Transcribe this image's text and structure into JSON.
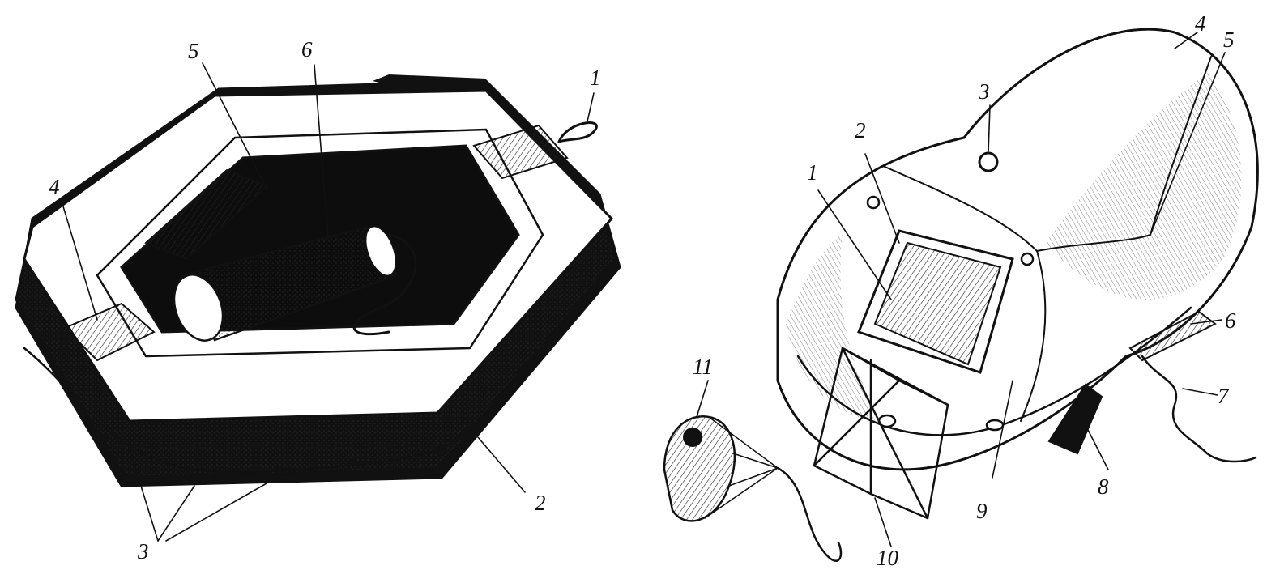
{
  "figures": [
    {
      "id": "raft",
      "callouts": [
        "1",
        "2",
        "3",
        "4",
        "5",
        "6"
      ]
    },
    {
      "id": "pack",
      "callouts": [
        "1",
        "2",
        "3",
        "4",
        "5",
        "6",
        "7",
        "8",
        "9",
        "10",
        "11"
      ]
    }
  ],
  "colors": {
    "ink": "#111111",
    "paper": "#ffffff",
    "interior": "#0d0d0d"
  }
}
